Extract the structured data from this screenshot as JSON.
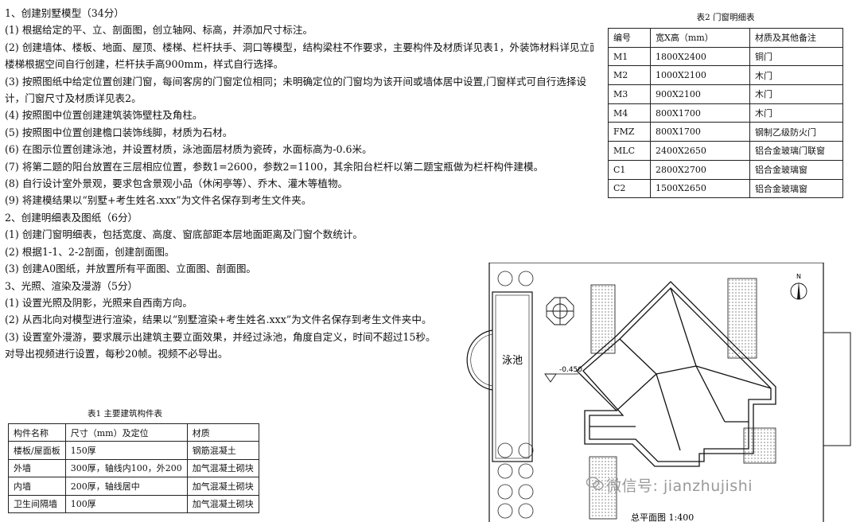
{
  "instructions": [
    "1、创建别墅模型（34分）",
    "(1) 根据给定的平、立、剖面图，创立轴网、标高，并添加尺寸标注。",
    "(2) 创建墙体、楼板、地面、屋顶、楼梯、栏杆扶手、洞口等模型，结构梁柱不作要求，主要构件及材质详见表1，外装饰材料详见立面图。",
    "楼梯根据空间自行创建，栏杆扶手高900mm，样式自行选择。",
    "(3) 按照图纸中给定位置创建门窗，每间客房的门窗定位相同；未明确定位的门窗均为该开间或墙体居中设置,门窗样式可自行选择设计，门窗尺寸及材质详见表2。",
    "(4) 按照图中位置创建建筑装饰壁柱及角柱。",
    "(5) 按照图中位置创建檐口装饰线脚，材质为石材。",
    "(6) 在图示位置创建泳池，并设置材质，泳池面层材质为瓷砖，水面标高为-0.6米。",
    "(7) 将第二题的阳台放置在三层相应位置，参数1=2600，参数2=1100，其余阳台栏杆以第二题宝瓶做为栏杆构件建模。",
    "(8) 自行设计室外景观，要求包含景观小品（休闲亭等）、乔木、灌木等植物。",
    "(9) 将建模结果以“别墅+考生姓名.xxx”为文件名保存到考生文件夹。",
    "2、创建明细表及图纸（6分）",
    "(1) 创建门窗明细表，包括宽度、高度、窗底部距本层地面距离及门窗个数统计。",
    "(2) 根据1-1、2-2剖面，创建剖面图。",
    "(3) 创建A0图纸，并放置所有平面图、立面图、剖面图。",
    "3、光照、渲染及漫游（5分）",
    "(1) 设置光照及阴影，光照来自西南方向。",
    "(2) 从西北向对模型进行渲染，结果以“别墅渲染+考生姓名.xxx”为文件名保存到考生文件夹中。",
    "(3) 设置室外漫游，要求展示出建筑主要立面效果，并经过泳池，角度自定义，时间不超过15秒。",
    "对导出视频进行设置，每秒20帧。视频不必导出。"
  ],
  "table2": {
    "caption": "表2 门窗明细表",
    "headers": [
      "编号",
      "宽X高（mm）",
      "材质及其他备注"
    ],
    "rows": [
      [
        "M1",
        "1800X2400",
        "铜门"
      ],
      [
        "M2",
        "1000X2100",
        "木门"
      ],
      [
        "M3",
        "900X2100",
        "木门"
      ],
      [
        "M4",
        "800X1700",
        "木门"
      ],
      [
        "FMZ",
        "800X1700",
        "钢制乙级防火门"
      ],
      [
        "MLC",
        "2400X2650",
        "铝合金玻璃门联窗"
      ],
      [
        "C1",
        "2800X2700",
        "铝合金玻璃窗"
      ],
      [
        "C2",
        "1500X2650",
        "铝合金玻璃窗"
      ]
    ]
  },
  "table1": {
    "caption": "表1 主要建筑构件表",
    "headers": [
      "构件名称",
      "尺寸（mm）及定位",
      "材质"
    ],
    "rows": [
      [
        "楼板/屋面板",
        "150厚",
        "钢筋混凝土"
      ],
      [
        "外墙",
        "300厚，轴线内100，外200",
        "加气混凝土砌块"
      ],
      [
        "内墙",
        "200厚，轴线居中",
        "加气混凝土砌块"
      ],
      [
        "卫生间隔墙",
        "100厚",
        "加气混凝土砌块"
      ]
    ]
  },
  "site_plan": {
    "pool_label": "泳池",
    "elevation_label": "-0.450",
    "north_label": "N",
    "caption": "总平面图 1:400"
  },
  "watermark": {
    "text": "微信号: jianzhujishi",
    "icon": "wechat-icon"
  }
}
